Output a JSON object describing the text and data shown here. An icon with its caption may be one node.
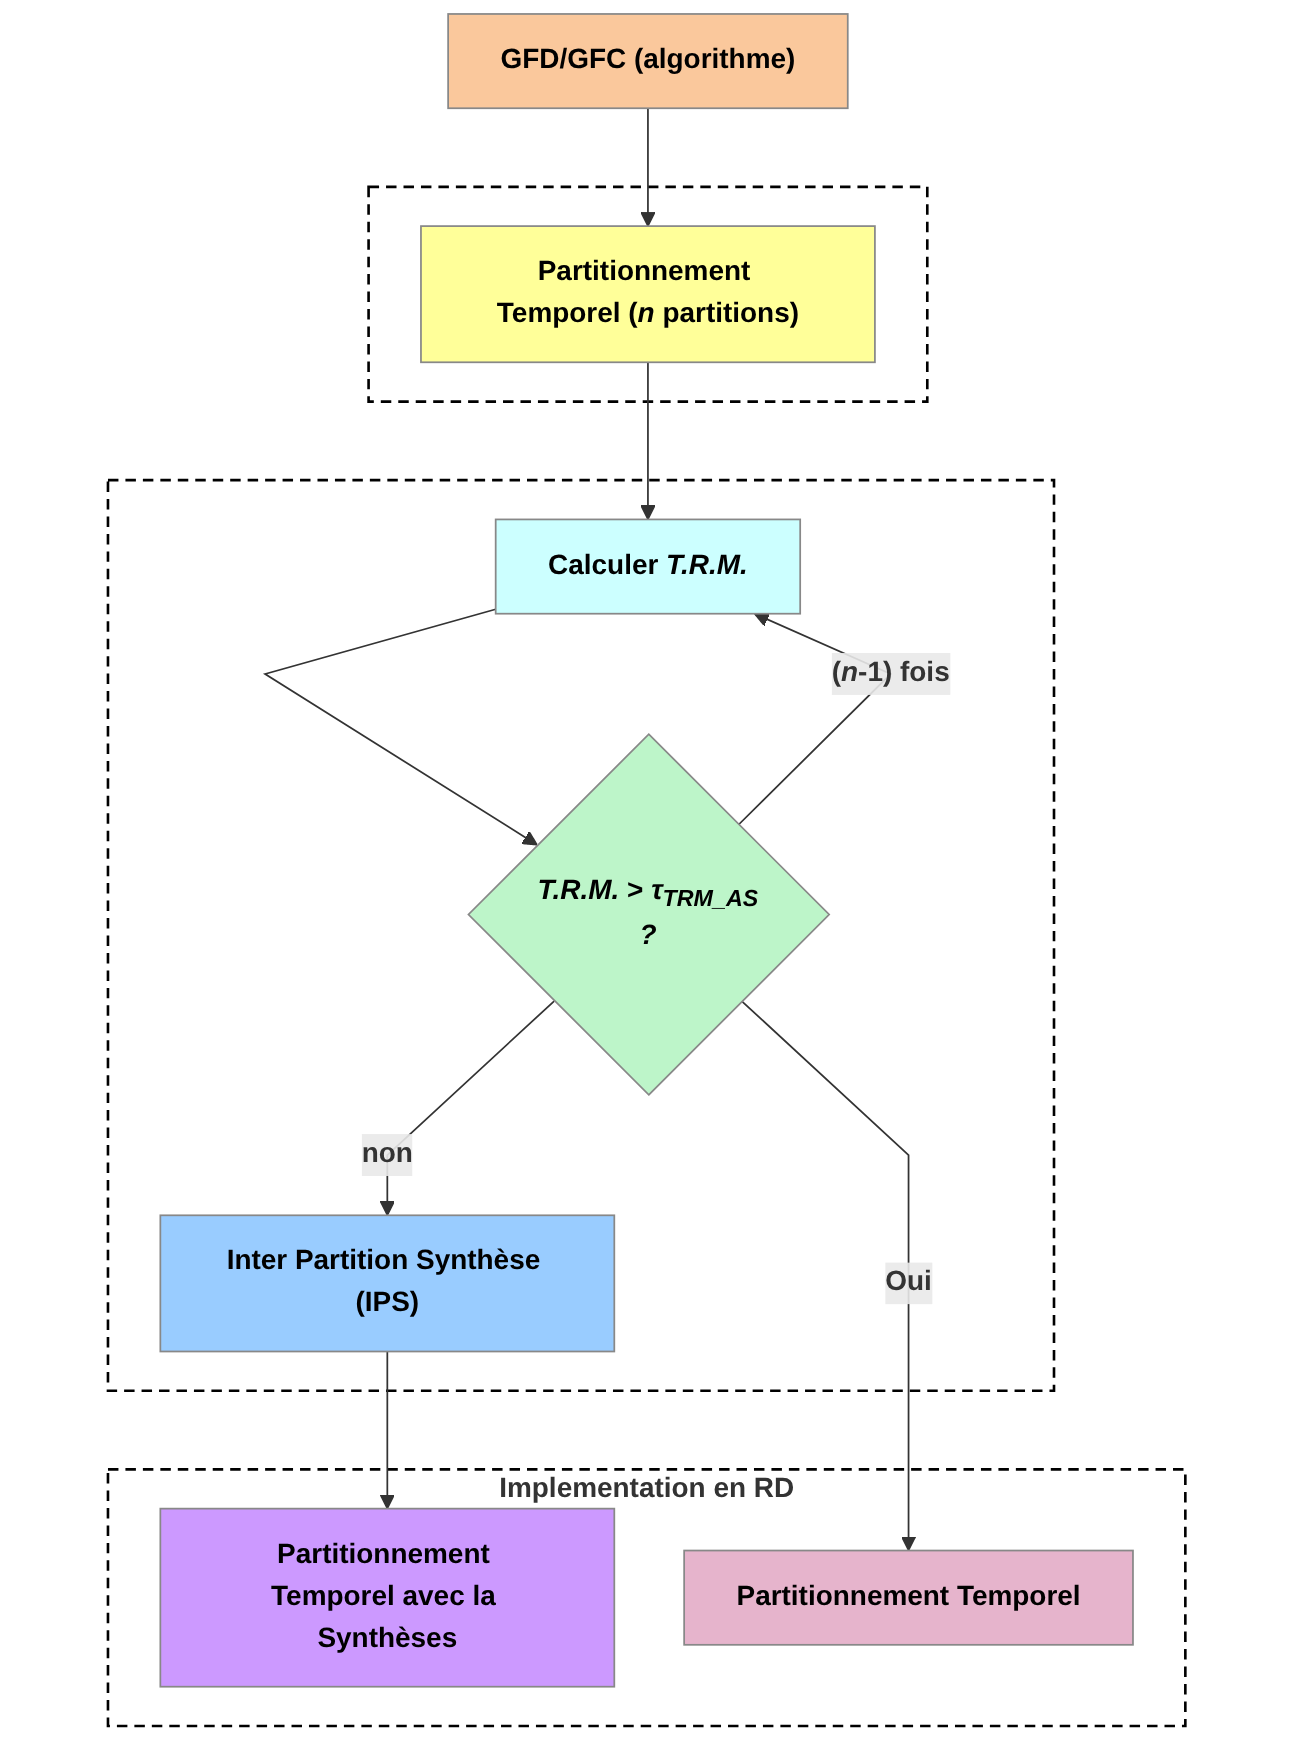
{
  "diagram": {
    "nodes": [
      {
        "text": [
          "GFD/GFC (algorithme)"
        ]
      },
      {
        "text": [],
        "shape": "box"
      },
      {
        "text": [
          "Partitionnement Temporel (*n* partitions)"
        ],
        "in": 1
      },
      {
        "text": [],
        "shape": "box"
      },
      {
        "text": [
          "Calculer *T.R.M.*"
        ],
        "in": 3
      },
      {
        "text": [
          "*T.R.M.* > *τ$_{TRM_AS}$*",
          "*?*"
        ],
        "in": 3
      },
      {
        "text": [
          "Inter Partition Synthèse (IPS)"
        ],
        "in": 3
      },
      {
        "text": [
          "Implementation en RD"
        ]
      },
      {
        "text": [
          "Partitionnement Temporel avec la Synthèses"
        ],
        "in": 7
      },
      {
        "text": [
          "Partitionnement Temporel"
        ],
        "in": 7
      }
    ],
    "edges": [
      {
        "from": 0,
        "to": 2,
        "arrow": "to"
      },
      {
        "from": 2,
        "to": 4,
        "arrow": "to"
      },
      {
        "from": 4,
        "to": 5,
        "arrow": "to"
      },
      {
        "from": 5,
        "to": 4,
        "arrow": "to",
        "label": "(*n*-1) fois"
      },
      {
        "from": 5,
        "to": 6,
        "arrow": "to",
        "label": "non"
      },
      {
        "from": 5,
        "to": 9,
        "arrow": "to",
        "label": "Oui"
      },
      {
        "from": 6,
        "to": 8,
        "arrow": "to"
      }
    ]
  }
}
